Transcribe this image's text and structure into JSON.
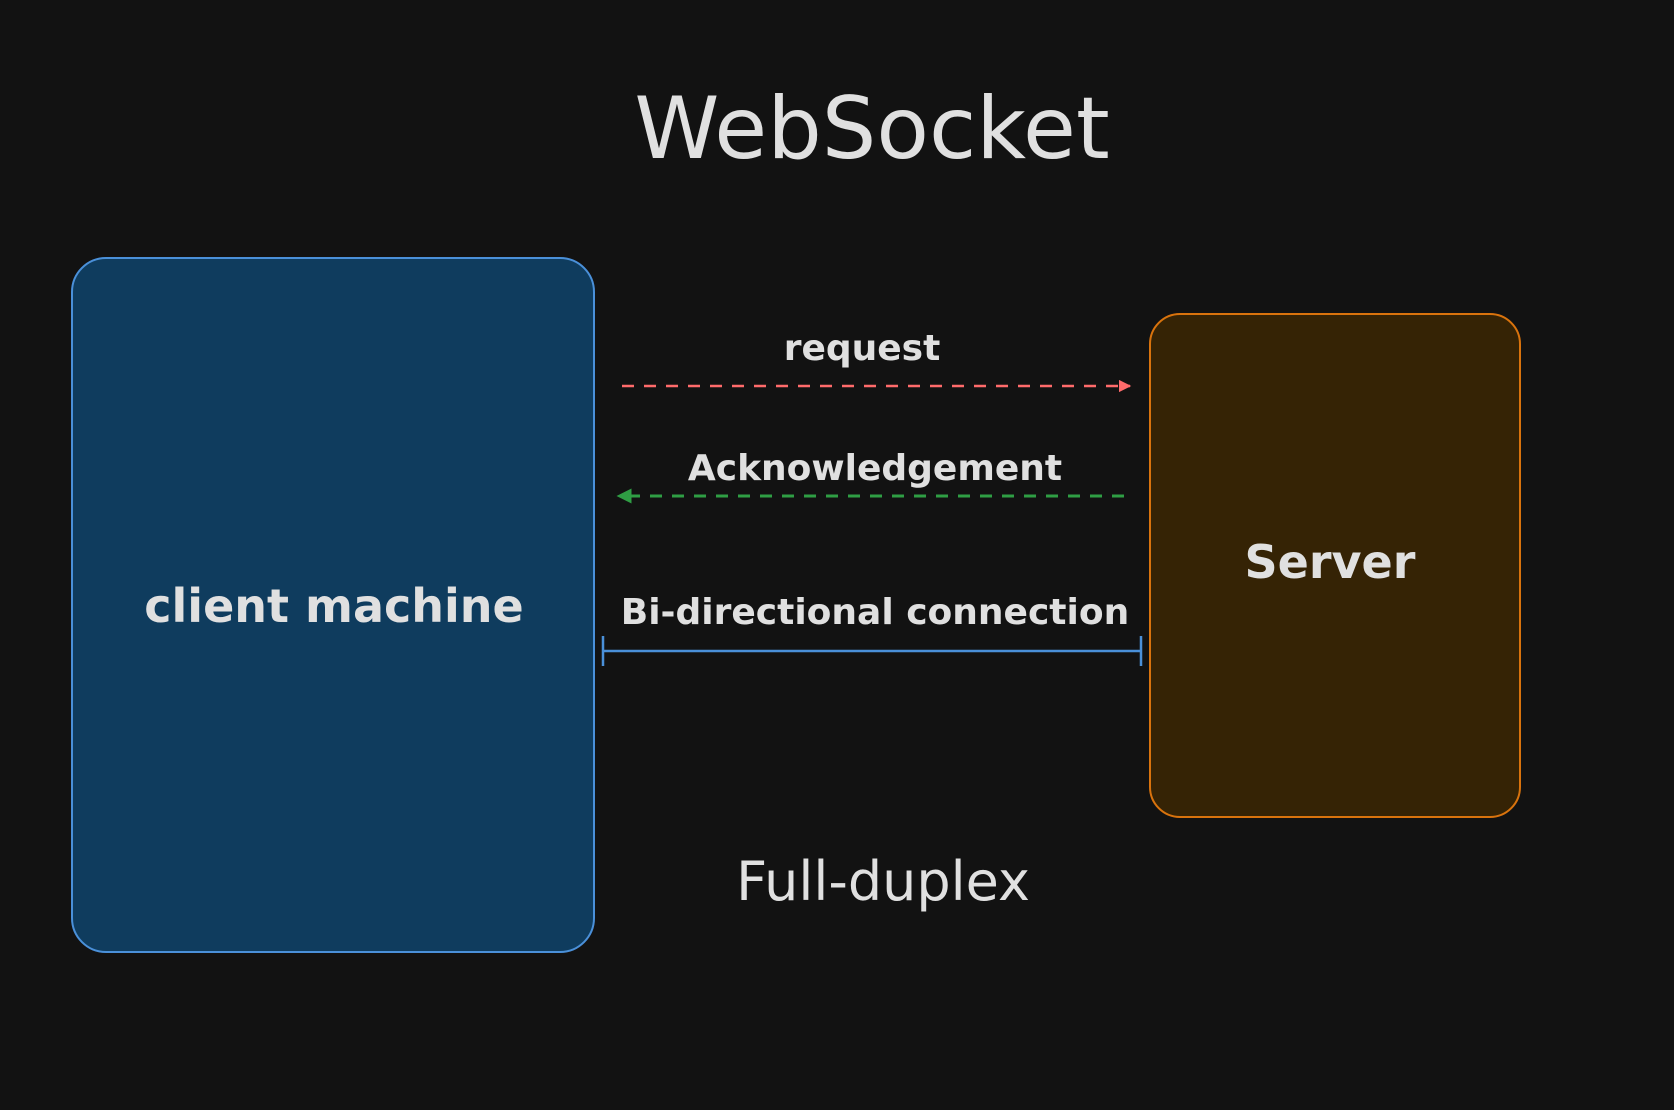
{
  "title": "WebSocket",
  "footer": "Full-duplex",
  "nodes": {
    "client": {
      "label": "client machine",
      "fill": "#0f3c5e",
      "stroke": "#4a90d9"
    },
    "server": {
      "label": "Server",
      "fill": "#352305",
      "stroke": "#d9730d"
    }
  },
  "edges": {
    "request": {
      "label": "request",
      "color": "#ff6b6b"
    },
    "ack": {
      "label": "Acknowledgement",
      "color": "#2f9e44"
    },
    "bidirectional": {
      "label": "Bi-directional connection",
      "color": "#4a90d9"
    }
  },
  "colors": {
    "background": "#121212",
    "text": "#e0e0e0"
  }
}
